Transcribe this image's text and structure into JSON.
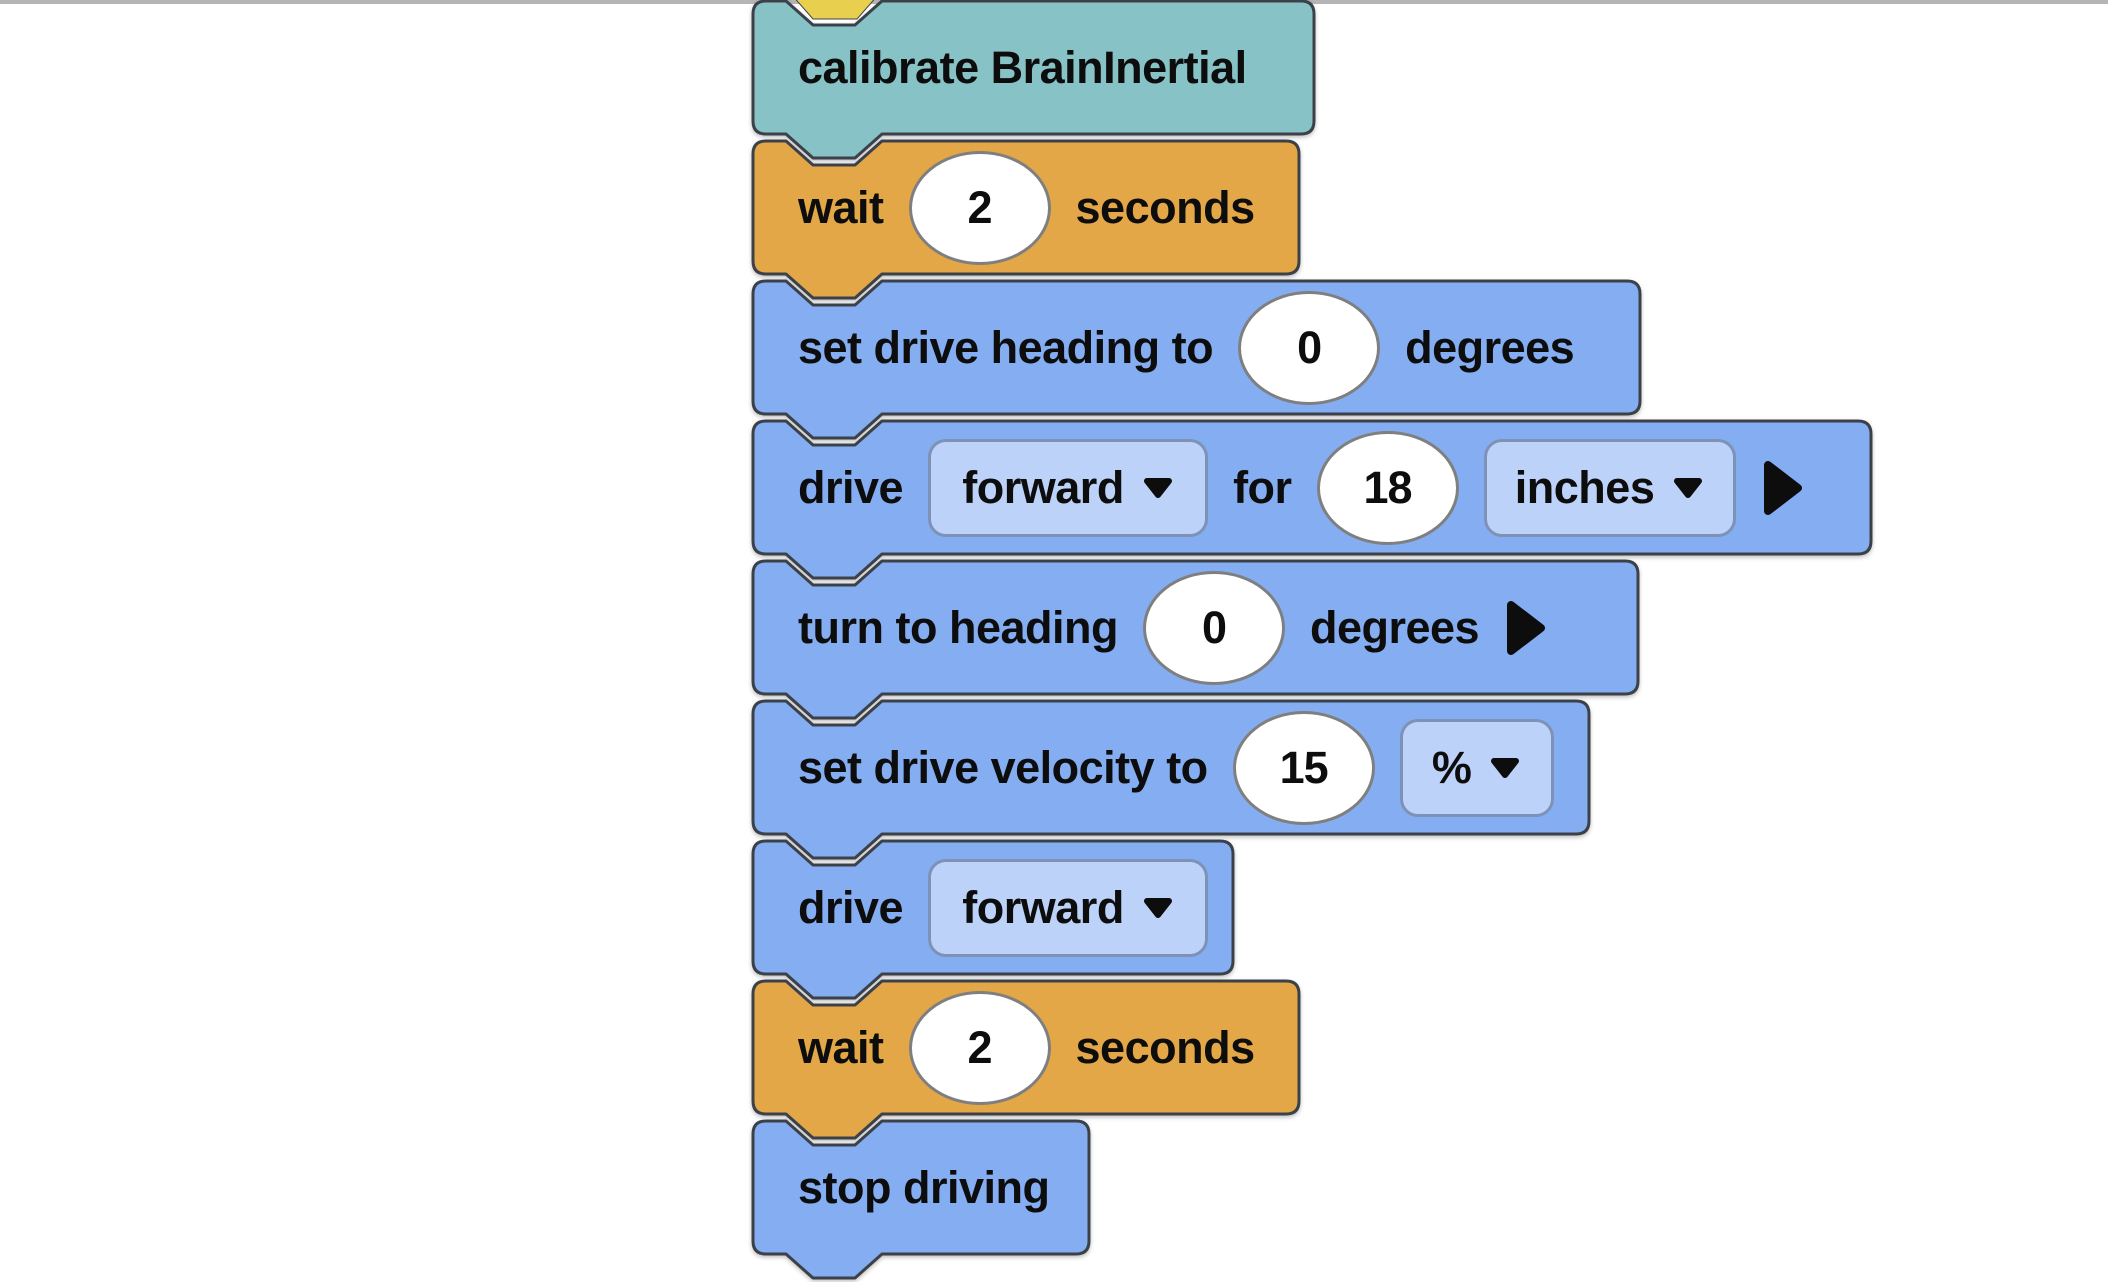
{
  "palette": {
    "teal": "#87C3C6",
    "orange": "#E3A748",
    "blue": "#84ADF2",
    "lightblue": "#BCD2F8",
    "yellow": "#E8CF4E",
    "outline": "#3C4149",
    "ovalborder": "#7F7F7F",
    "ddborder": "#7E92B8",
    "ink": "#0D0D0D",
    "topline": "#B5B5B5"
  },
  "blocks": {
    "calibrate": {
      "label": "calibrate BrainInertial"
    },
    "wait1": {
      "pre": "wait",
      "value": "2",
      "post": "seconds"
    },
    "setHeading": {
      "pre": "set drive heading to",
      "value": "0",
      "post": "degrees"
    },
    "driveFor": {
      "verb": "drive",
      "direction": "forward",
      "mid": "for",
      "value": "18",
      "unit": "inches"
    },
    "turnTo": {
      "pre": "turn to heading",
      "value": "0",
      "post": "degrees"
    },
    "setVelocity": {
      "pre": "set drive velocity to",
      "value": "15",
      "unit": "%"
    },
    "drive2": {
      "verb": "drive",
      "direction": "forward"
    },
    "wait2": {
      "pre": "wait",
      "value": "2",
      "post": "seconds"
    },
    "stop": {
      "label": "stop driving"
    }
  }
}
